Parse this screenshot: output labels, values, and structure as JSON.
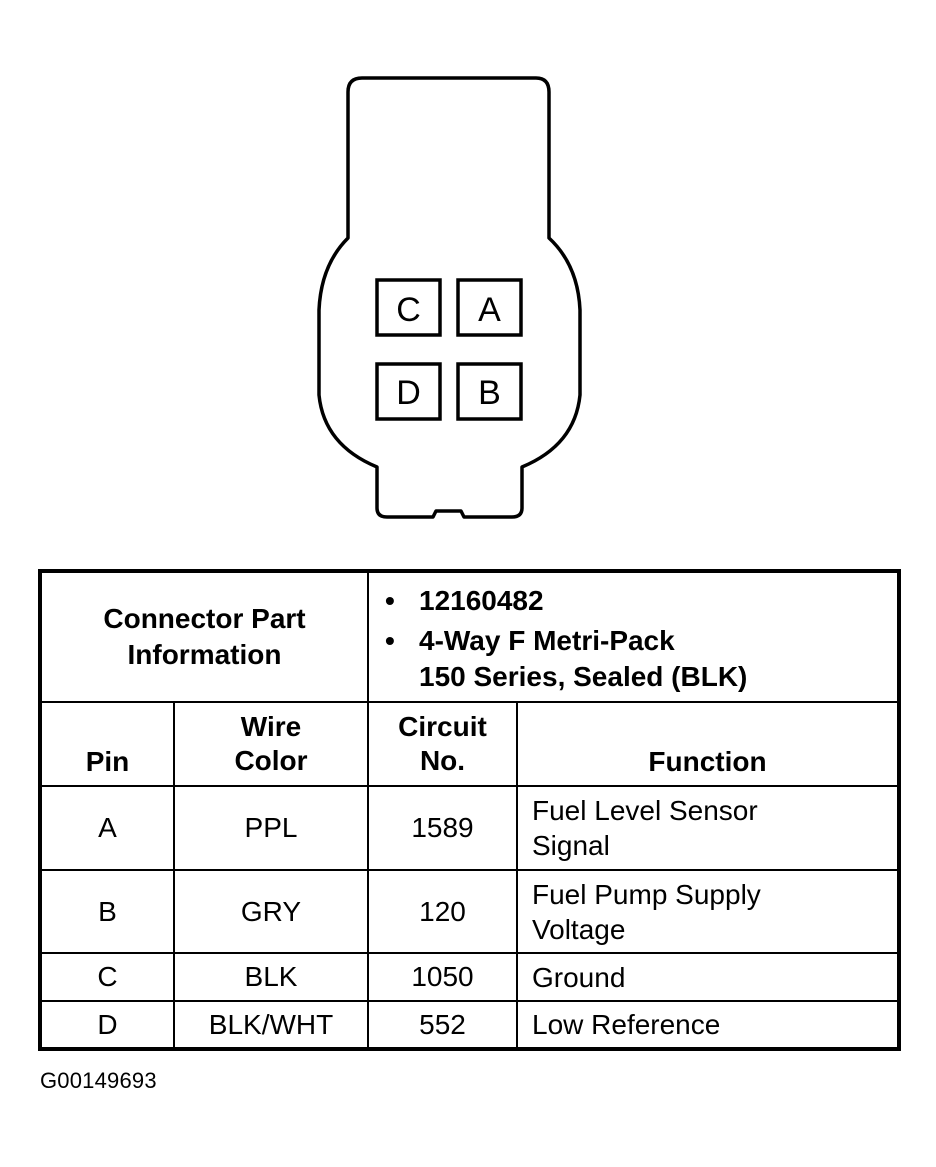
{
  "connector": {
    "pins": [
      "C",
      "A",
      "D",
      "B"
    ]
  },
  "part_info": {
    "header_line1": "Connector Part",
    "header_line2": "Information",
    "bullet_symbol": "•",
    "bullet1": "12160482",
    "bullet2": "4-Way F Metri-Pack\n150 Series, Sealed (BLK)"
  },
  "columns": {
    "pin": "Pin",
    "wire_color_line1": "Wire",
    "wire_color_line2": "Color",
    "circuit_line1": "Circuit",
    "circuit_line2": "No.",
    "function": "Function"
  },
  "rows": [
    {
      "pin": "A",
      "wire": "PPL",
      "circuit": "1589",
      "function": "Fuel Level Sensor\nSignal"
    },
    {
      "pin": "B",
      "wire": "GRY",
      "circuit": "120",
      "function": "Fuel Pump Supply\nVoltage"
    },
    {
      "pin": "C",
      "wire": "BLK",
      "circuit": "1050",
      "function": "Ground"
    },
    {
      "pin": "D",
      "wire": "BLK/WHT",
      "circuit": "552",
      "function": "Low Reference"
    }
  ],
  "figure_id": "G00149693"
}
